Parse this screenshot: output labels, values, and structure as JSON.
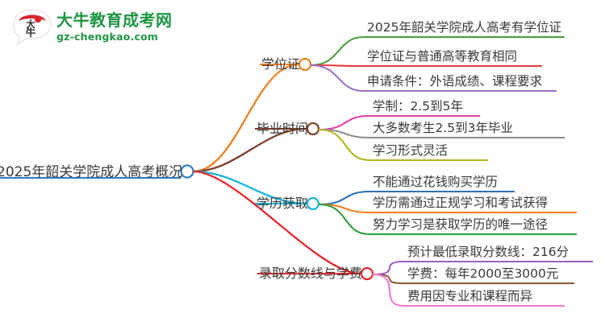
{
  "logo": {
    "mark_text": "大牛",
    "name_cn": "大牛教育成考网",
    "name_en": "gz-chengkao.com",
    "brand_color": "#1e9642",
    "mark_color": "#d9252a"
  },
  "mindmap": {
    "root": {
      "label": "2025年韶关学院成人高考概况",
      "node_color": "#2f7fc1",
      "underline_color": "#2f7fc1"
    },
    "branches": [
      {
        "label": "学位证",
        "node_color": "#f08020",
        "link_color": "#f08020",
        "leaves": [
          {
            "label": "2025年韶关学院成人高考有学位证",
            "color": "#4a9e3f"
          },
          {
            "label": "学位证与普通高等教育相同",
            "color": "#e8393d"
          },
          {
            "label": "申请条件：外语成绩、课程要求",
            "color": "#9b6fc4"
          }
        ]
      },
      {
        "label": "毕业时间",
        "node_color": "#7b3f28",
        "link_color": "#7b3f28",
        "leaves": [
          {
            "label": "学制：2.5到5年",
            "color": "#e040a0"
          },
          {
            "label": "大多数考生2.5到3年毕业",
            "color": "#8c8c8c"
          },
          {
            "label": "学习形式灵活",
            "color": "#b5b520"
          }
        ]
      },
      {
        "label": "学历获取",
        "node_color": "#19b6dd",
        "link_color": "#19b6dd",
        "leaves": [
          {
            "label": "不能通过花钱购买学历",
            "color": "#2f6fb5"
          },
          {
            "label": "学历需通过正规学习和考试获得",
            "color": "#f08020"
          },
          {
            "label": "努力学习是获取学历的唯一途径",
            "color": "#2e9e3e"
          }
        ]
      },
      {
        "label": "录取分数线与学费",
        "node_color": "#e8262c",
        "link_color": "#e8262c",
        "leaves": [
          {
            "label": "预计最低录取分数线：216分",
            "color": "#9b5fc9"
          },
          {
            "label": "学费：每年2000至3000元",
            "color": "#8a5a3b"
          },
          {
            "label": "费用因专业和课程而异",
            "color": "#f07ad0"
          }
        ]
      }
    ]
  }
}
